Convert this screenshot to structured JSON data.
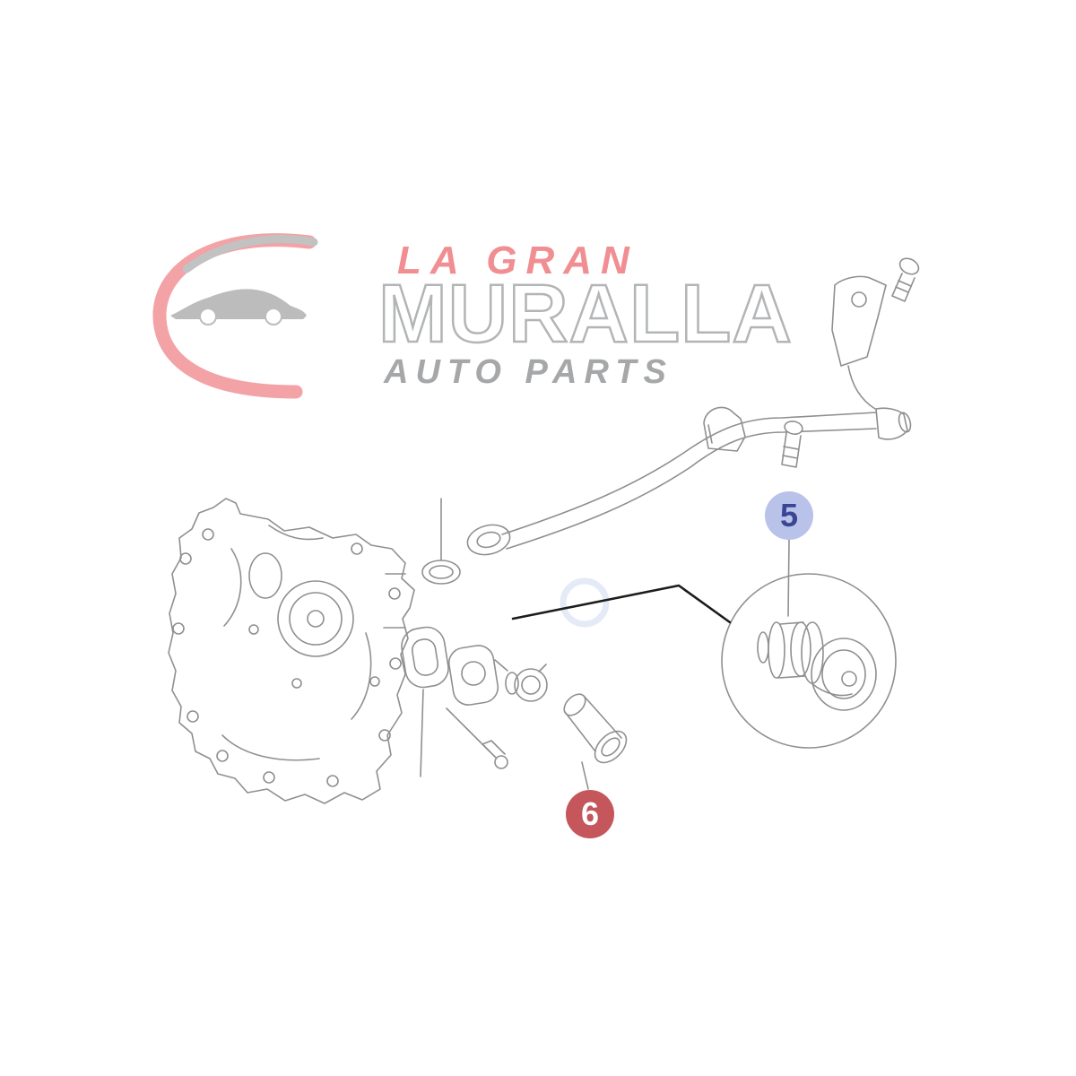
{
  "page": {
    "background": "#ffffff"
  },
  "watermark": {
    "line1": "LA GRAN",
    "line2": "MURALLA",
    "line3": "AUTO PARTS",
    "accent_red": "#ef8287",
    "outline_gray": "#aaacae",
    "sub_gray": "#9c9ea0"
  },
  "callouts": [
    {
      "label": "5",
      "bg": "#b9c3ea",
      "text": "#3a4694"
    },
    {
      "label": "6",
      "bg": "#c4565c",
      "text": "#ffffff"
    }
  ],
  "diagram": {
    "line_color": "#8f8f8f",
    "leader_color": "#1c1c1c",
    "watermark_ring_color": "#ccd6f0"
  }
}
